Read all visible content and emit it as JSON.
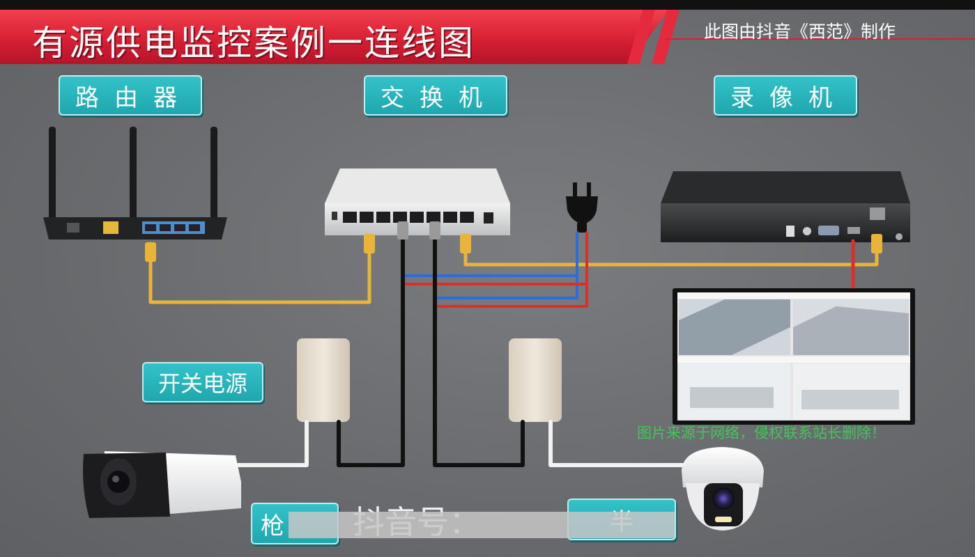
{
  "title": "有源供电监控案例一连线图",
  "credit": "此图由抖音《西范》制作",
  "labels": {
    "router": "路由器",
    "switch": "交换机",
    "nvr": "录像机",
    "psu": "开关电源",
    "gun_camera": "枪",
    "dome_camera": "半"
  },
  "watermark": "图片来源于网络，侵权联系站长删除！",
  "douyin_id": "抖音号：",
  "colors": {
    "title_red": "#d81f33",
    "label_teal": "#1ea6ad",
    "ethernet_yellow": "#e8b53a",
    "power_red": "#d9302a",
    "power_blue": "#2b6fd6",
    "power_black": "#111111",
    "video_white": "#f2f2f2"
  }
}
